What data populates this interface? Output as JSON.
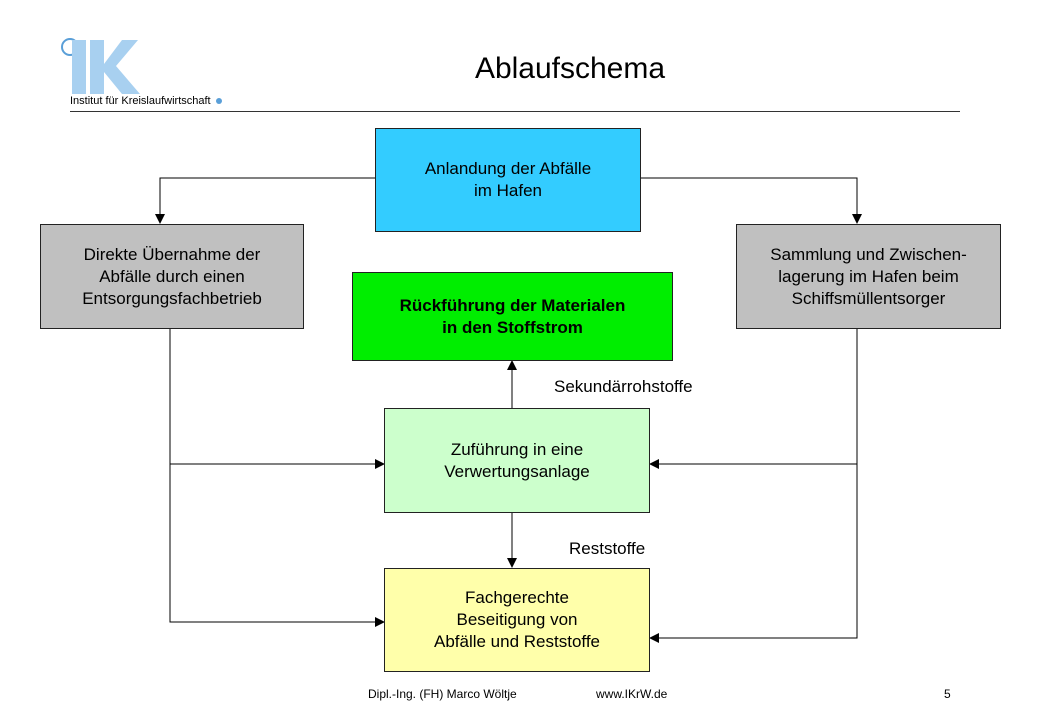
{
  "header": {
    "title": "Ablaufschema",
    "logo_text": "Institut für Kreislaufwirtschaft"
  },
  "boxes": {
    "anlandung": "Anlandung der Abfälle\nim Hafen",
    "direkte": "Direkte Übernahme der\nAbfälle durch einen\nEntsorgungsfachbetrieb",
    "sammlung": "Sammlung und Zwischen-\nlagerung im Hafen beim\nSchiffsmüllentsorger",
    "rueckfuehrung": "Rückführung der Materialen\nin den Stoffstrom",
    "zufuehrung": "Zuführung in eine\nVerwertungsanlage",
    "beseitigung": "Fachgerechte\nBeseitigung von\nAbfälle und Reststoffe"
  },
  "labels": {
    "sekundaer": "Sekundärrohstoffe",
    "reststoffe": "Reststoffe"
  },
  "footer": {
    "author": "Dipl.-Ing. (FH) Marco Wöltje",
    "url": "www.IKrW.de",
    "page": "5"
  },
  "colors": {
    "anlandung": "#33ccff",
    "gray": "#c0c0c0",
    "green": "#00ee00",
    "lightgreen": "#ccffcc",
    "yellow": "#ffffaa",
    "logo_blue": "#a8d0f0"
  }
}
